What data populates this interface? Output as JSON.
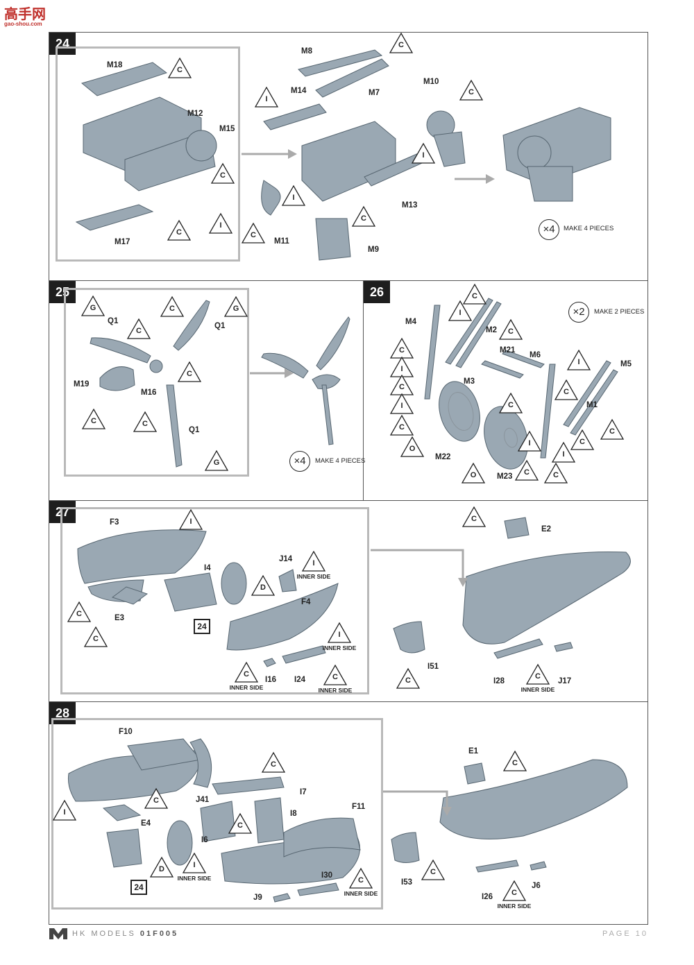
{
  "watermark": {
    "title": "高手网",
    "url": "gao-shou.com"
  },
  "footer": {
    "brand": "HK MODELS",
    "code": "01F005",
    "page": "PAGE 10"
  },
  "steps": {
    "s24": {
      "number": "24",
      "parts": [
        "M18",
        "M12",
        "M15",
        "M17",
        "M8",
        "M14",
        "M7",
        "M10",
        "M13",
        "M11",
        "M9"
      ],
      "paint": [
        "C",
        "C",
        "C",
        "C",
        "C",
        "I",
        "C",
        "I",
        "C",
        "I",
        "I",
        "C"
      ],
      "multiplier": "×4",
      "make": "MAKE 4 PIECES"
    },
    "s25": {
      "number": "25",
      "parts": [
        "Q1",
        "Q1",
        "M19",
        "M16",
        "Q1"
      ],
      "paint": [
        "G",
        "C",
        "C",
        "G",
        "C",
        "C",
        "C",
        "G"
      ],
      "multiplier": "×4",
      "make": "MAKE 4 PIECES"
    },
    "s26": {
      "number": "26",
      "parts": [
        "M4",
        "M2",
        "M21",
        "M6",
        "M5",
        "M3",
        "M1",
        "M22",
        "M23"
      ],
      "paint": [
        "C",
        "I",
        "C",
        "C",
        "I",
        "C",
        "I",
        "C",
        "I",
        "C",
        "C",
        "O",
        "I",
        "C",
        "C",
        "O",
        "C",
        "I",
        "C"
      ],
      "multiplier": "×2",
      "make": "MAKE 2 PIECES"
    },
    "s27": {
      "number": "27",
      "parts": [
        "F3",
        "J14",
        "I4",
        "F4",
        "E3",
        "I16",
        "I24",
        "E2",
        "I51",
        "I28",
        "J17"
      ],
      "ref": "24",
      "paint": [
        "I",
        "I",
        "D",
        "C",
        "C",
        "I",
        "C",
        "C",
        "C",
        "C",
        "C"
      ],
      "inner_side": "INNER SIDE"
    },
    "s28": {
      "number": "28",
      "parts": [
        "F10",
        "J41",
        "I7",
        "I8",
        "F11",
        "E4",
        "I6",
        "I30",
        "J9",
        "E1",
        "I53",
        "J6",
        "I26"
      ],
      "ref": "24",
      "paint": [
        "C",
        "I",
        "C",
        "C",
        "D",
        "I",
        "C",
        "C",
        "C",
        "C"
      ],
      "inner_side": "INNER SIDE"
    }
  }
}
